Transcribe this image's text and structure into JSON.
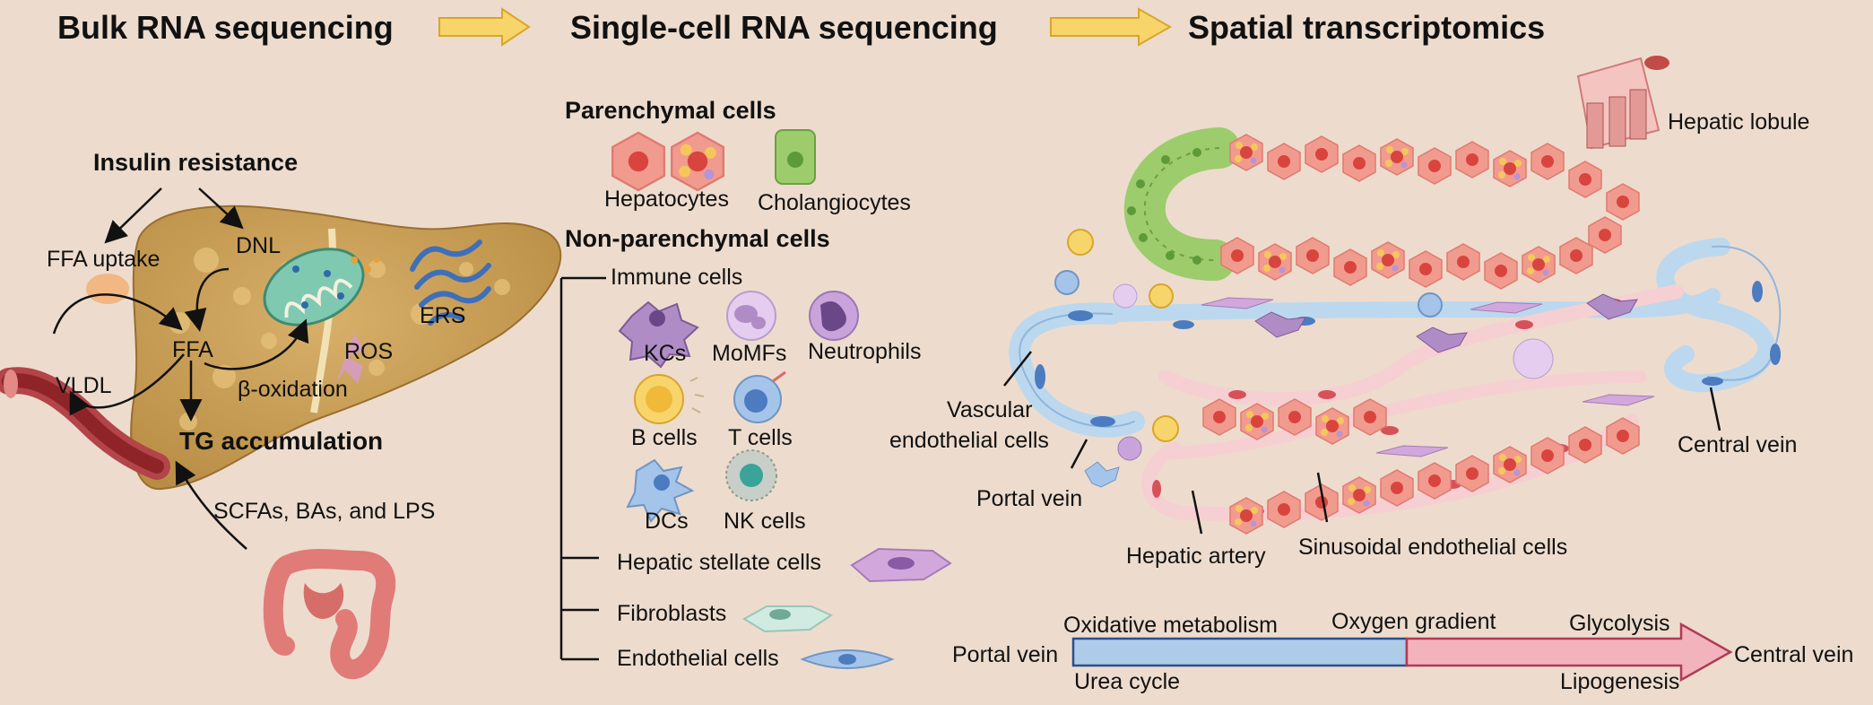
{
  "header": {
    "bulk": "Bulk RNA sequencing",
    "single_cell": "Single-cell RNA sequencing",
    "spatial": "Spatial transcriptomics"
  },
  "left_panel": {
    "insulin_resistance": "Insulin resistance",
    "ffa_uptake": "FFA uptake",
    "dnl": "DNL",
    "ffa": "FFA",
    "vldl": "VLDL",
    "beta_oxidation": "β-oxidation",
    "ros": "ROS",
    "ers": "ERS",
    "tg_accumulation": "TG accumulation",
    "gut_factors": "SCFAs, BAs, and LPS"
  },
  "middle_panel": {
    "parenchymal_title": "Parenchymal cells",
    "hepatocytes": "Hepatocytes",
    "cholangiocytes": "Cholangiocytes",
    "non_parenchymal_title": "Non-parenchymal cells",
    "immune_cells": "Immune cells",
    "kcs": "KCs",
    "momfs": "MoMFs",
    "neutrophils": "Neutrophils",
    "b_cells": "B cells",
    "t_cells": "T cells",
    "dcs": "DCs",
    "nk_cells": "NK cells",
    "hepatic_stellate": "Hepatic stellate cells",
    "fibroblasts": "Fibroblasts",
    "endothelial": "Endothelial cells"
  },
  "right_panel": {
    "hepatic_lobule": "Hepatic lobule",
    "vascular_endothelial_1": "Vascular",
    "vascular_endothelial_2": "endothelial cells",
    "portal_vein": "Portal vein",
    "hepatic_artery": "Hepatic artery",
    "sinusoidal_endothelial": "Sinusoidal endothelial cells",
    "central_vein": "Central vein"
  },
  "gradient_bar": {
    "left_label": "Portal vein",
    "right_label": "Central vein",
    "oxidative": "Oxidative metabolism",
    "oxygen": "Oxygen gradient",
    "glycolysis": "Glycolysis",
    "urea": "Urea cycle",
    "lipogenesis": "Lipogenesis"
  },
  "colors": {
    "background": "#eddccd",
    "liver": "#c9a05a",
    "hepatocyte": "#f19b8f",
    "cholangiocyte": "#9ccc6c",
    "vessel_blue": "#bcd8ee",
    "gradient_blue": "#aecbe8",
    "gradient_pink": "#f2b3bc",
    "arrow_yellow": "#f7d56a"
  }
}
